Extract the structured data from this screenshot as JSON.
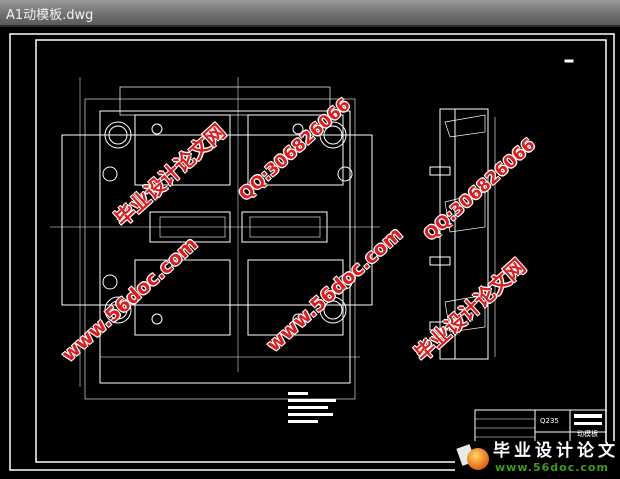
{
  "window": {
    "title": "A1动模板.dwg"
  },
  "drawing": {
    "title_block": {
      "material": "Q235",
      "part_name": "动模板"
    },
    "colors": {
      "background": "#000000",
      "lines": "#ffffff",
      "watermark": "#d81e1e"
    }
  },
  "watermarks": {
    "site_cn": "毕业设计论文网",
    "url": "www.56doc.com",
    "qq": "QQ:306826066"
  },
  "logo": {
    "name": "毕业设计论文网",
    "url": "www.56doc.com"
  }
}
